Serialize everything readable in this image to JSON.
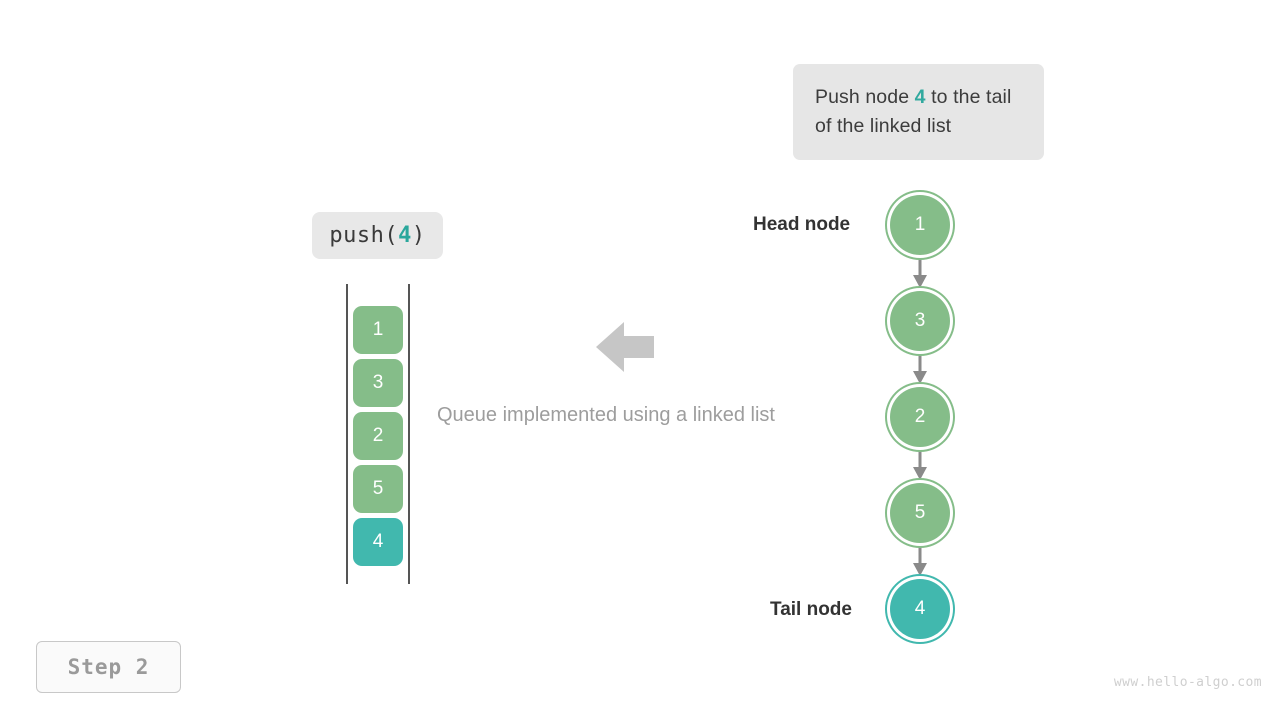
{
  "callout": {
    "prefix": "Push node ",
    "value": "4",
    "suffix": " to the tail of the linked list"
  },
  "operation": {
    "name": "push",
    "open_paren": "(",
    "arg": "4",
    "close_paren": ")"
  },
  "queue": {
    "caption": "Queue implemented using a linked list",
    "arrow_icon": "left-block-arrow",
    "cells": [
      {
        "value": "1",
        "color": "green"
      },
      {
        "value": "3",
        "color": "green"
      },
      {
        "value": "2",
        "color": "green"
      },
      {
        "value": "5",
        "color": "green"
      },
      {
        "value": "4",
        "color": "teal"
      }
    ]
  },
  "linked_list": {
    "head_label": "Head node",
    "tail_label": "Tail node",
    "nodes": [
      {
        "value": "1",
        "color": "green"
      },
      {
        "value": "3",
        "color": "green"
      },
      {
        "value": "2",
        "color": "green"
      },
      {
        "value": "5",
        "color": "green"
      },
      {
        "value": "4",
        "color": "teal"
      }
    ]
  },
  "step_badge": {
    "label": "Step 2"
  },
  "watermark": {
    "text": "www.hello-algo.com"
  },
  "colors": {
    "green": "#85bd89",
    "teal": "#41b8ae",
    "accent_text": "#31a99f",
    "callout_bg": "#e6e6e6",
    "chip_bg": "#e8e8e8",
    "rail": "#555555",
    "connector": "#8a8a8a",
    "arrow": "#c6c6c6",
    "caption": "#9d9d9d"
  }
}
